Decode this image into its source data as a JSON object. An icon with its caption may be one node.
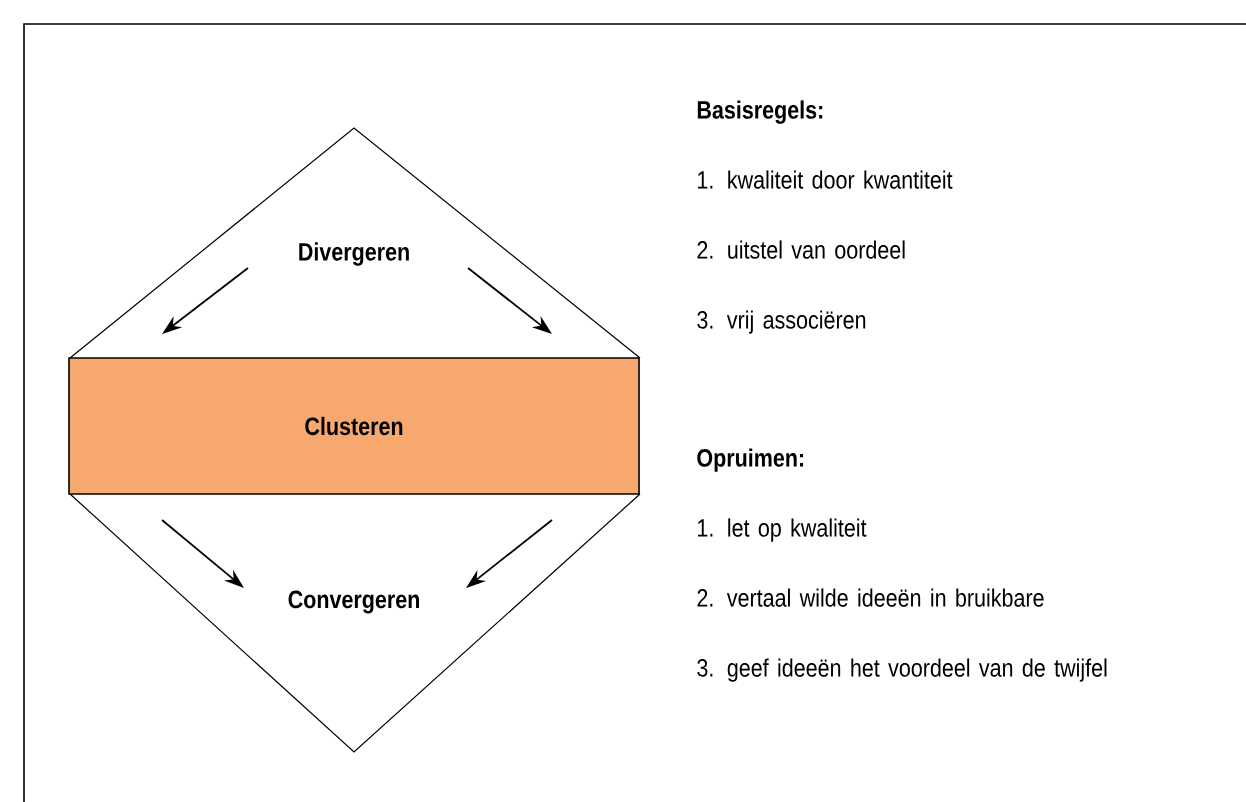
{
  "diagram": {
    "nodes": [
      {
        "text": [
          "Divergeren"
        ]
      },
      {
        "text": [
          "Clusteren"
        ]
      },
      {
        "text": [
          "Convergeren"
        ]
      }
    ],
    "edges": [
      {
        "from": 0,
        "to": 1,
        "arrow": "to"
      },
      {
        "from": 0,
        "to": 1,
        "arrow": "to"
      },
      {
        "from": 1,
        "to": 2,
        "arrow": "to"
      },
      {
        "from": 1,
        "to": 2,
        "arrow": "to"
      }
    ],
    "labels": [
      "Basisregels:",
      "1. kwaliteit door kwantiteit",
      "2. uitstel van oordeel",
      "3. vrij associëren",
      "Opruimen:",
      "1. let op kwaliteit",
      "2. vertaal wilde ideeën in bruikbare",
      "3. geef ideeën het voordeel van de twijfel"
    ]
  }
}
